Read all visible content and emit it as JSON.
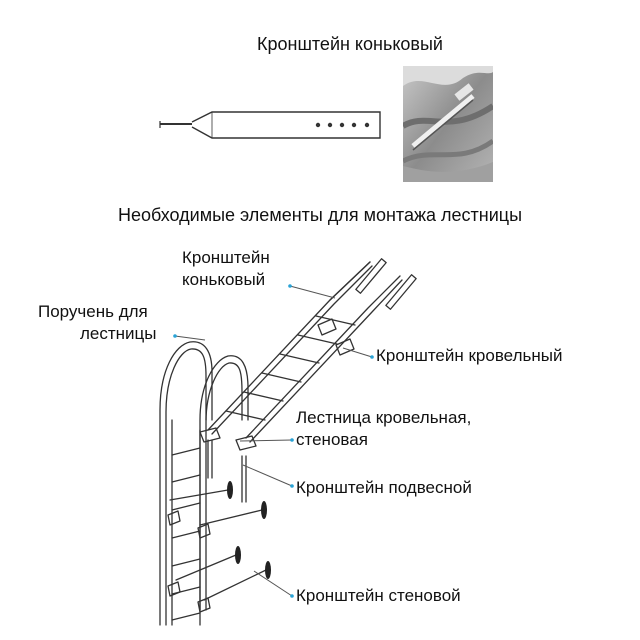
{
  "titles": {
    "bracket_title": "Кронштейн коньковый",
    "assembly_title": "Необходимые элементы для монтажа лестницы"
  },
  "callouts": {
    "ridge_bracket_line1": "Кронштейн",
    "ridge_bracket_line2": "коньковый",
    "handrail_line1": "Поручень для",
    "handrail_line2": "лестницы",
    "roof_bracket": "Кронштейн кровельный",
    "ladder_line1": "Лестница кровельная,",
    "ladder_line2": "стеновая",
    "hanging_bracket": "Кронштейн подвесной",
    "wall_bracket": "Кронштейн стеновой"
  },
  "colors": {
    "leader_dot": "#2aa3d6",
    "line": "#333333"
  }
}
